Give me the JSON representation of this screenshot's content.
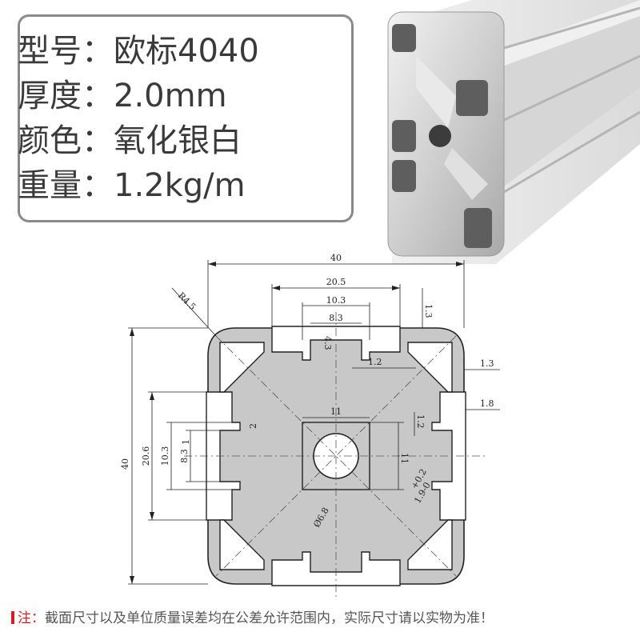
{
  "specs": [
    {
      "label": "型号",
      "value": "欧标4040"
    },
    {
      "label": "厚度",
      "value": "2.0mm"
    },
    {
      "label": "颜色",
      "value": "氧化银白"
    },
    {
      "label": "重量",
      "value": "1.2kg/m"
    }
  ],
  "colon": "：",
  "dimensions": {
    "overall_width": "40",
    "overall_height": "40",
    "slot_outer": "20.5",
    "slot_mid": "10.3",
    "slot_inner": "8.3",
    "wall_top": "1.3",
    "depth_4_3": "4.3",
    "lip_1_2_top": "1.2",
    "wall_right": "1.3",
    "right_1_8": "1.8",
    "right_1_2": "1.2",
    "core_top": "11",
    "core_right": "11",
    "corner_radius": "R4.5",
    "left_20_6": "20.6",
    "left_10_3": "10.3",
    "left_8_3": "8.3",
    "left_1": "1",
    "left_2": "2",
    "tol_plus": "+0.2",
    "tol_minus": "1.9-0",
    "hole_dia": "Ø6.8"
  },
  "note": {
    "prefix": "注：",
    "text": "截面尺寸以及单位质量误差均在公差允许范围内，实际尺寸请以实物为准！"
  },
  "colors": {
    "border": "#8a8a8a",
    "text": "#3a3a3a",
    "profile_fill": "#c8c8c8",
    "note_accent": "#d42020"
  }
}
